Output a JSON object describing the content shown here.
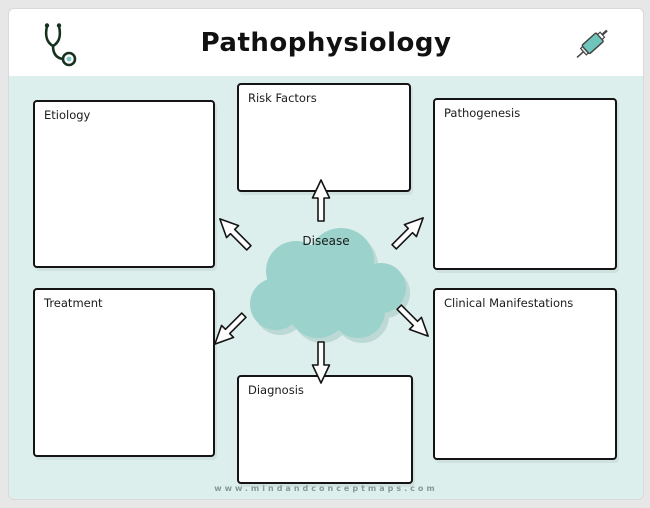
{
  "header": {
    "title": "Pathophysiology",
    "left_icon": "stethoscope-icon",
    "right_icon": "syringe-icon"
  },
  "map": {
    "center_label": "Disease",
    "boxes": [
      {
        "id": "etiology",
        "label": "Etiology"
      },
      {
        "id": "risk-factors",
        "label": "Risk Factors"
      },
      {
        "id": "pathogenesis",
        "label": "Pathogenesis"
      },
      {
        "id": "treatment",
        "label": "Treatment"
      },
      {
        "id": "diagnosis",
        "label": "Diagnosis"
      },
      {
        "id": "clinical-manifestations",
        "label": "Clinical Manifestations"
      }
    ],
    "arrows": [
      "cloud-to-risk-factors",
      "cloud-to-etiology",
      "cloud-to-pathogenesis",
      "cloud-to-treatment",
      "cloud-to-diagnosis",
      "cloud-to-clinical-manifestations"
    ]
  },
  "footer": {
    "website": "www.mindandconceptmaps.com"
  },
  "colors": {
    "page_background": "#e7e7e7",
    "card_background": "#ffffff",
    "map_background": "#dcefec",
    "cloud_fill": "#9bd2cc",
    "box_border": "#141414",
    "footer_text": "#869996"
  }
}
